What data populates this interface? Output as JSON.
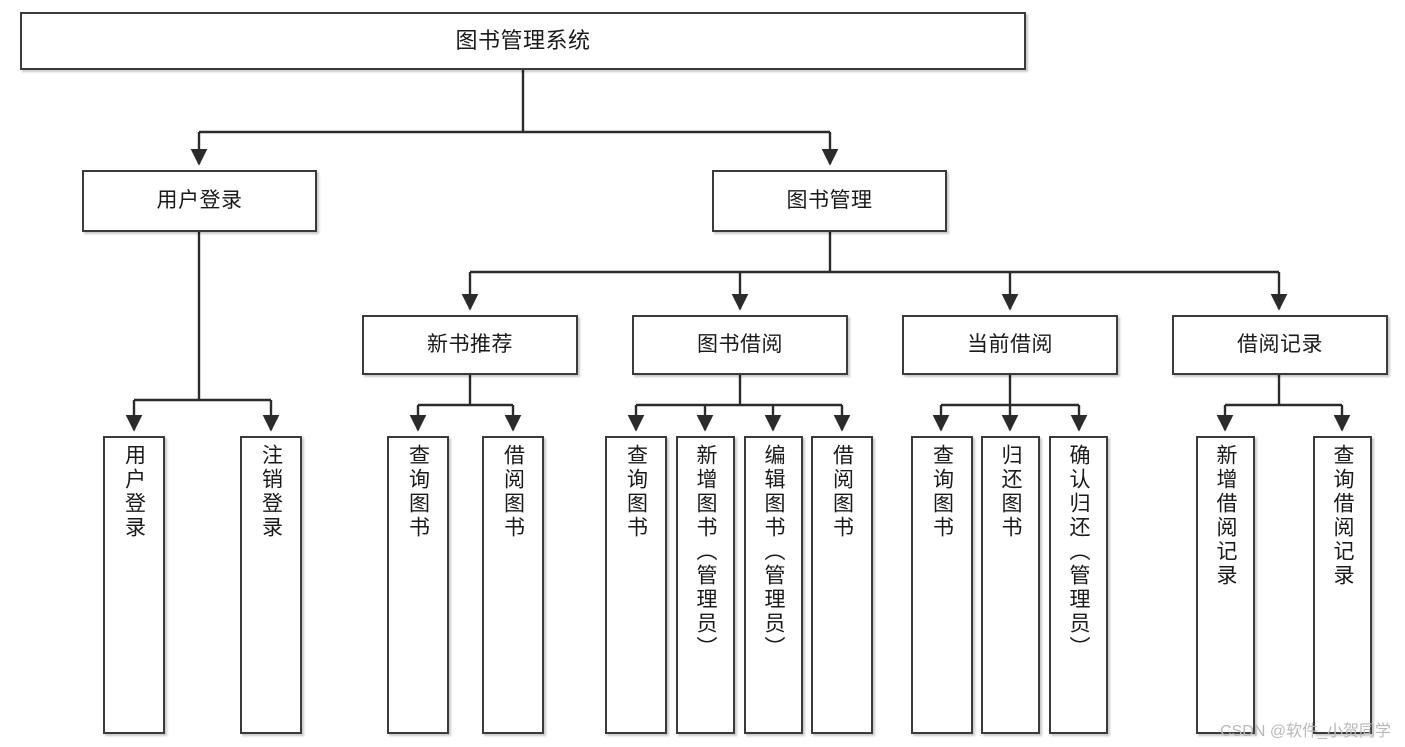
{
  "diagram": {
    "title": "图书管理系统",
    "type": "hierarchy-tree",
    "colors": {
      "box_border": "#3b3b3b",
      "box_fill": "#ffffff",
      "connector": "#2b2b2b",
      "watermark": "#b9b9b9"
    },
    "root": {
      "label": "图书管理系统"
    },
    "level1": [
      {
        "label": "用户登录"
      },
      {
        "label": "图书管理"
      }
    ],
    "level2": [
      {
        "label": "新书推荐"
      },
      {
        "label": "图书借阅"
      },
      {
        "label": "当前借阅"
      },
      {
        "label": "借阅记录"
      }
    ],
    "leaves": [
      {
        "label": "用户登录"
      },
      {
        "label": "注销登录"
      },
      {
        "label": "查询图书"
      },
      {
        "label": "借阅图书"
      },
      {
        "label": "查询图书"
      },
      {
        "label": "新增图书（管理员）"
      },
      {
        "label": "编辑图书（管理员）"
      },
      {
        "label": "借阅图书"
      },
      {
        "label": "查询图书"
      },
      {
        "label": "归还图书"
      },
      {
        "label": "确认归还（管理员）"
      },
      {
        "label": "新增借阅记录"
      },
      {
        "label": "查询借阅记录"
      }
    ]
  },
  "watermark": {
    "text": "CSDN @软件_小贺同学"
  }
}
